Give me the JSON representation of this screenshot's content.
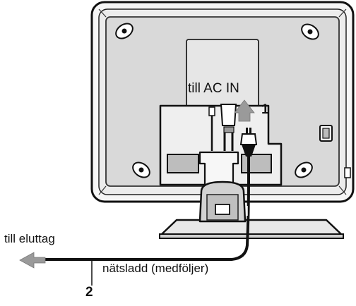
{
  "labels": {
    "ac_in": "till AC IN",
    "step_1": "1",
    "outlet": "till eluttag",
    "power_cord": "nätsladd (medföljer)",
    "step_2": "2"
  },
  "colors": {
    "line": "#111111",
    "bezel": "#f6f6f6",
    "panel": "#d9d9d9",
    "stand": "#cfcfcf",
    "arrow": "#9a9a9a",
    "background": "#ffffff"
  }
}
